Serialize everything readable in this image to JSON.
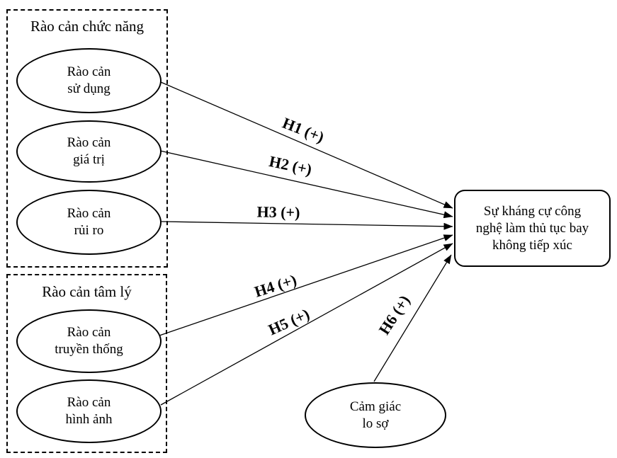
{
  "diagram": {
    "functional_group": {
      "title": "Rào cản chức năng",
      "nodes": [
        {
          "line1": "Rào cản",
          "line2": "sử dụng"
        },
        {
          "line1": "Rào cản",
          "line2": "giá trị"
        },
        {
          "line1": "Rào cản",
          "line2": "rủi ro"
        }
      ]
    },
    "psychological_group": {
      "title": "Rào cản tâm lý",
      "nodes": [
        {
          "line1": "Rào cản",
          "line2": "truyền thống"
        },
        {
          "line1": "Rào cản",
          "line2": "hình ảnh"
        }
      ]
    },
    "fear_node": {
      "line1": "Cảm giác",
      "line2": "lo sợ"
    },
    "outcome_node": {
      "line1": "Sự kháng cự công",
      "line2": "nghệ làm thủ tục bay",
      "line3": "không tiếp xúc"
    },
    "hypothesis_labels": [
      "H1 (+)",
      "H2 (+)",
      "H3 (+)",
      "H4 (+)",
      "H5 (+)",
      "H6 (+)"
    ],
    "colors": {
      "stroke": "#000000",
      "background": "#ffffff"
    }
  }
}
